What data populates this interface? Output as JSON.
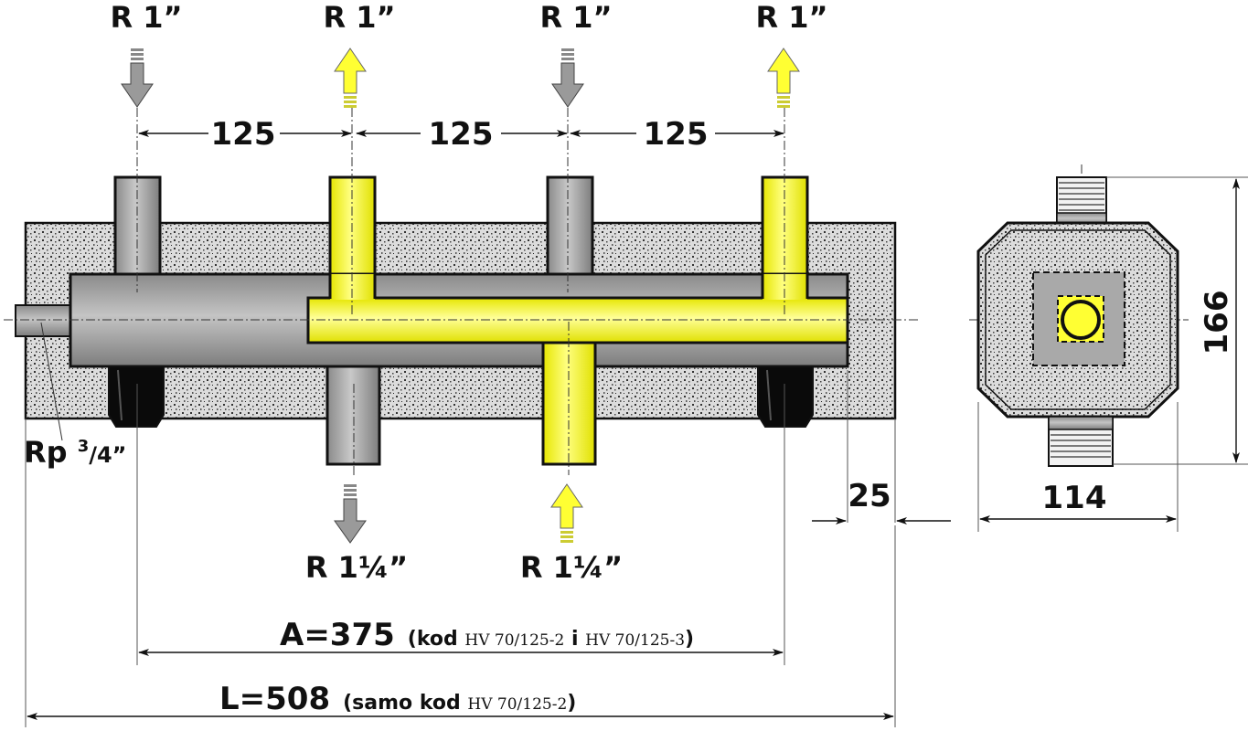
{
  "top_labels": [
    "R 1”",
    "R 1”",
    "R 1”",
    "R 1”"
  ],
  "top_arrow_directions": [
    "down",
    "up",
    "down",
    "up"
  ],
  "spacings": [
    "125",
    "125",
    "125"
  ],
  "bottom_labels": [
    "R 1¼”",
    "R 1¼”"
  ],
  "bottom_arrow_directions": [
    "down",
    "up"
  ],
  "drain": {
    "prefix": "Rp ",
    "sup": "3",
    "rest": "/4”"
  },
  "offset_25": "25",
  "side_height": "166",
  "side_width": "114",
  "dim_A": {
    "main": "A=375",
    "open": "(kod ",
    "code1": "HV 70/125-2",
    "mid": " i ",
    "code2": "HV 70/125-3",
    "close": ")"
  },
  "dim_L": {
    "main": "L=508",
    "open": "(samo kod ",
    "code": "HV 70/125-2",
    "close": ")"
  },
  "colors": {
    "yellow_pipe": "#ffff33",
    "grey_pipe": "#9a9a9a",
    "insulation": "#d8d8d8",
    "plug": "#0a0a0a",
    "outline": "#111111"
  }
}
